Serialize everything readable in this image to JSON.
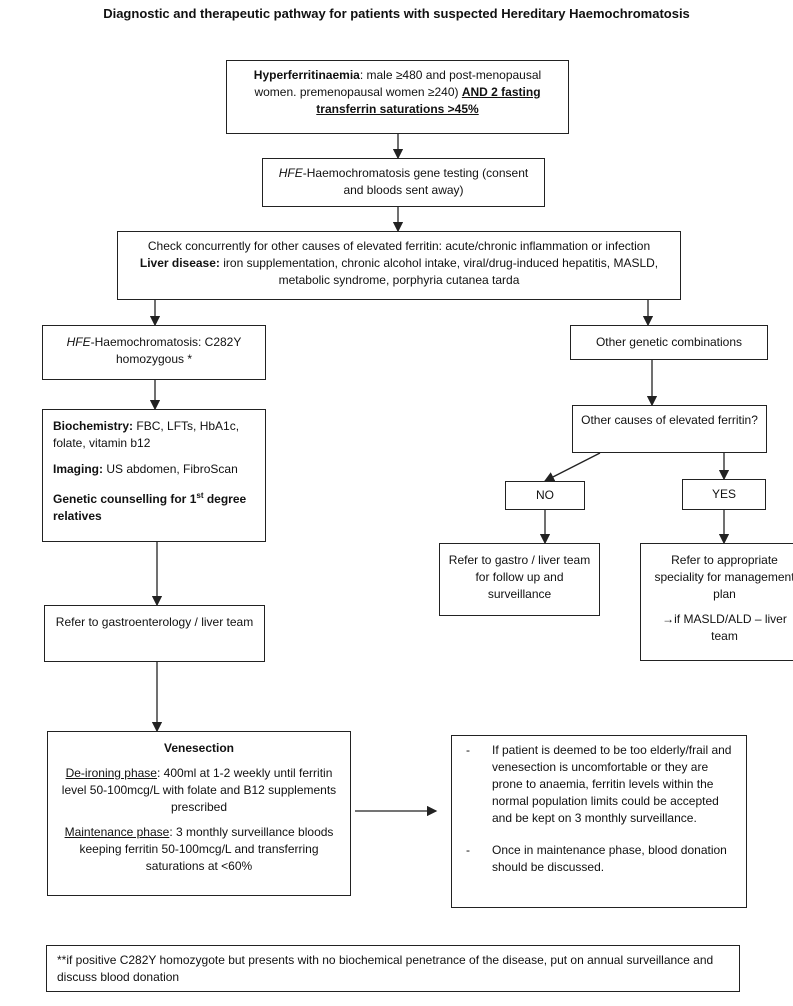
{
  "title": "Diagnostic and therapeutic pathway for patients with suspected Hereditary Haemochromatosis",
  "hyperferritinaemia": {
    "label": "Hyperferritinaemia",
    "text1": ": male ≥480 and post-menopausal women. premenopausal women ≥240)",
    "text2": "AND 2 fasting transferrin saturations >45%"
  },
  "gene_testing": {
    "italic": "HFE",
    "text": "-Haemochromatosis gene testing (consent and bloods sent away)"
  },
  "check_causes": {
    "line1": "Check concurrently for other causes of elevated ferritin: acute/chronic inflammation or infection",
    "liver_label": "Liver disease:",
    "line2": " iron supplementation, chronic alcohol intake, viral/drug-induced hepatitis, MASLD, metabolic syndrome, porphyria cutanea tarda"
  },
  "hfe_c282y": {
    "italic": "HFE",
    "text": "-Haemochromatosis: C282Y homozygous *"
  },
  "other_genetic": {
    "text": "Other genetic combinations"
  },
  "workup": {
    "biochem_label": "Biochemistry:",
    "biochem_text": " FBC, LFTs, HbA1c, folate, vitamin b12",
    "imaging_label": "Imaging:",
    "imaging_text": " US abdomen, FibroScan",
    "genetic_text_a": "Genetic counselling for 1",
    "genetic_sup": "st",
    "genetic_text_b": " degree relatives"
  },
  "other_causes_q": {
    "text": "Other causes of elevated ferritin?"
  },
  "no_box": {
    "text": "NO"
  },
  "yes_box": {
    "text": "YES"
  },
  "refer_gastro_liver": {
    "text": "Refer to gastro / liver team for follow up and surveillance"
  },
  "refer_speciality": {
    "text": "Refer to appropriate speciality for management plan",
    "arrow_text": "→if MASLD/ALD – liver team"
  },
  "refer_gastroenterology": {
    "text": "Refer to gastroenterology / liver team"
  },
  "venesection": {
    "title": "Venesection",
    "deironing_label": "De-ironing phase",
    "deironing_text": ": 400ml at 1-2 weekly until ferritin level 50-100mcg/L with folate and B12 supplements prescribed",
    "maintenance_label": "Maintenance phase",
    "maintenance_text": ": 3 monthly surveillance bloods keeping ferritin 50-100mcg/L and transferring saturations at <60%"
  },
  "elderly_note": {
    "dash": "-",
    "item1": "If patient is deemed to be too elderly/frail and venesection is uncomfortable or they are prone to anaemia, ferritin levels within the normal population limits could be accepted and be kept on 3 monthly surveillance.",
    "item2": "Once in maintenance phase, blood donation should be discussed."
  },
  "footnote": {
    "text": "**if positive C282Y homozygote but presents with no biochemical penetrance of the disease, put on annual surveillance and discuss blood donation"
  }
}
